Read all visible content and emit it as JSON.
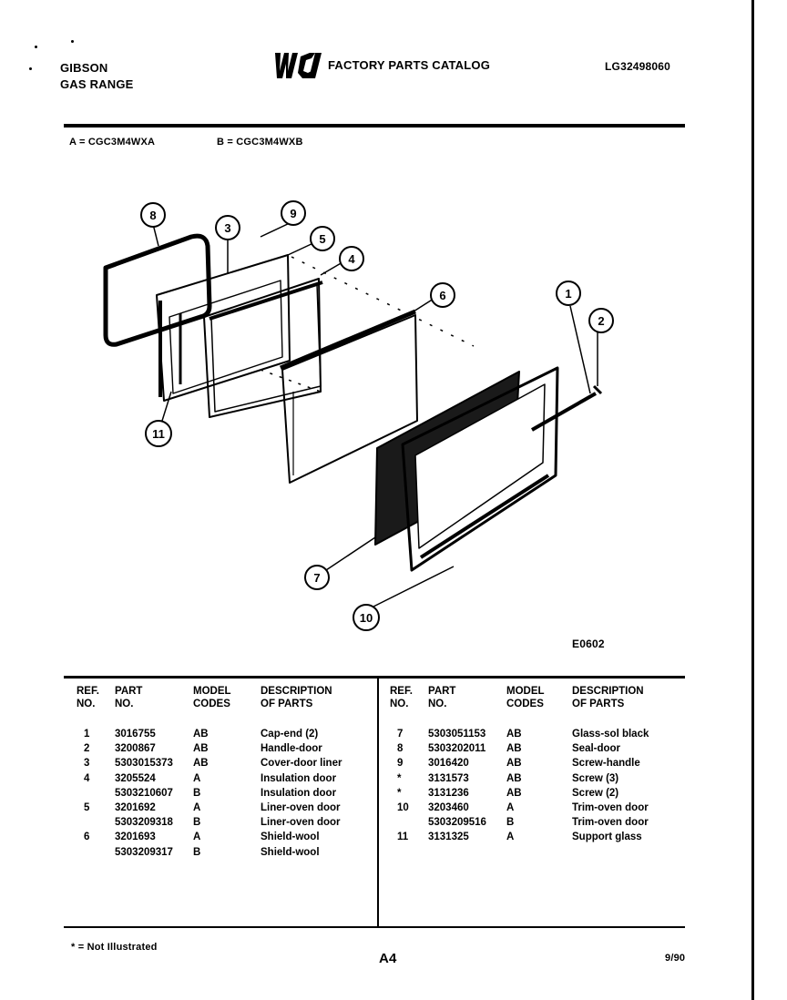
{
  "header": {
    "brand": "GIBSON",
    "product": "GAS RANGE",
    "logo_text": "WCI",
    "catalog_title": "FACTORY PARTS CATALOG",
    "catalog_number": "LG32498060"
  },
  "models": {
    "a": "A = CGC3M4WXA",
    "b": "B = CGC3M4WXB"
  },
  "diagram": {
    "callouts": [
      "1",
      "2",
      "3",
      "4",
      "5",
      "6",
      "7",
      "8",
      "9",
      "10",
      "11"
    ],
    "code": "E0602"
  },
  "table": {
    "left_headers": [
      "REF. NO.",
      "PART NO.",
      "MODEL CODES",
      "DESCRIPTION OF PARTS"
    ],
    "right_headers": [
      "REF. NO.",
      "PART NO.",
      "MODEL CODES",
      "DESCRIPTION OF PARTS"
    ],
    "left_rows": [
      [
        "1",
        "3016755",
        "AB",
        "Cap-end (2)"
      ],
      [
        "2",
        "3200867",
        "AB",
        "Handle-door"
      ],
      [
        "3",
        "5303015373",
        "AB",
        "Cover-door liner"
      ],
      [
        "4",
        "3205524",
        "A",
        "Insulation door"
      ],
      [
        "",
        "5303210607",
        "B",
        "Insulation door"
      ],
      [
        "5",
        "3201692",
        "A",
        "Liner-oven door"
      ],
      [
        "",
        "5303209318",
        "B",
        "Liner-oven door"
      ],
      [
        "6",
        "3201693",
        "A",
        "Shield-wool"
      ],
      [
        "",
        "5303209317",
        "B",
        "Shield-wool"
      ]
    ],
    "right_rows": [
      [
        "7",
        "5303051153",
        "AB",
        "Glass-sol black"
      ],
      [
        "8",
        "5303202011",
        "AB",
        "Seal-door"
      ],
      [
        "9",
        "3016420",
        "AB",
        "Screw-handle"
      ],
      [
        "*",
        "3131573",
        "AB",
        "Screw (3)"
      ],
      [
        "*",
        "3131236",
        "AB",
        "Screw (2)"
      ],
      [
        "10",
        "3203460",
        "A",
        "Trim-oven door"
      ],
      [
        "",
        "5303209516",
        "B",
        "Trim-oven door"
      ],
      [
        "11",
        "3131325",
        "A",
        "Support glass"
      ]
    ]
  },
  "footer": {
    "note": "* = Not Illustrated",
    "page": "A4",
    "date": "9/90"
  }
}
